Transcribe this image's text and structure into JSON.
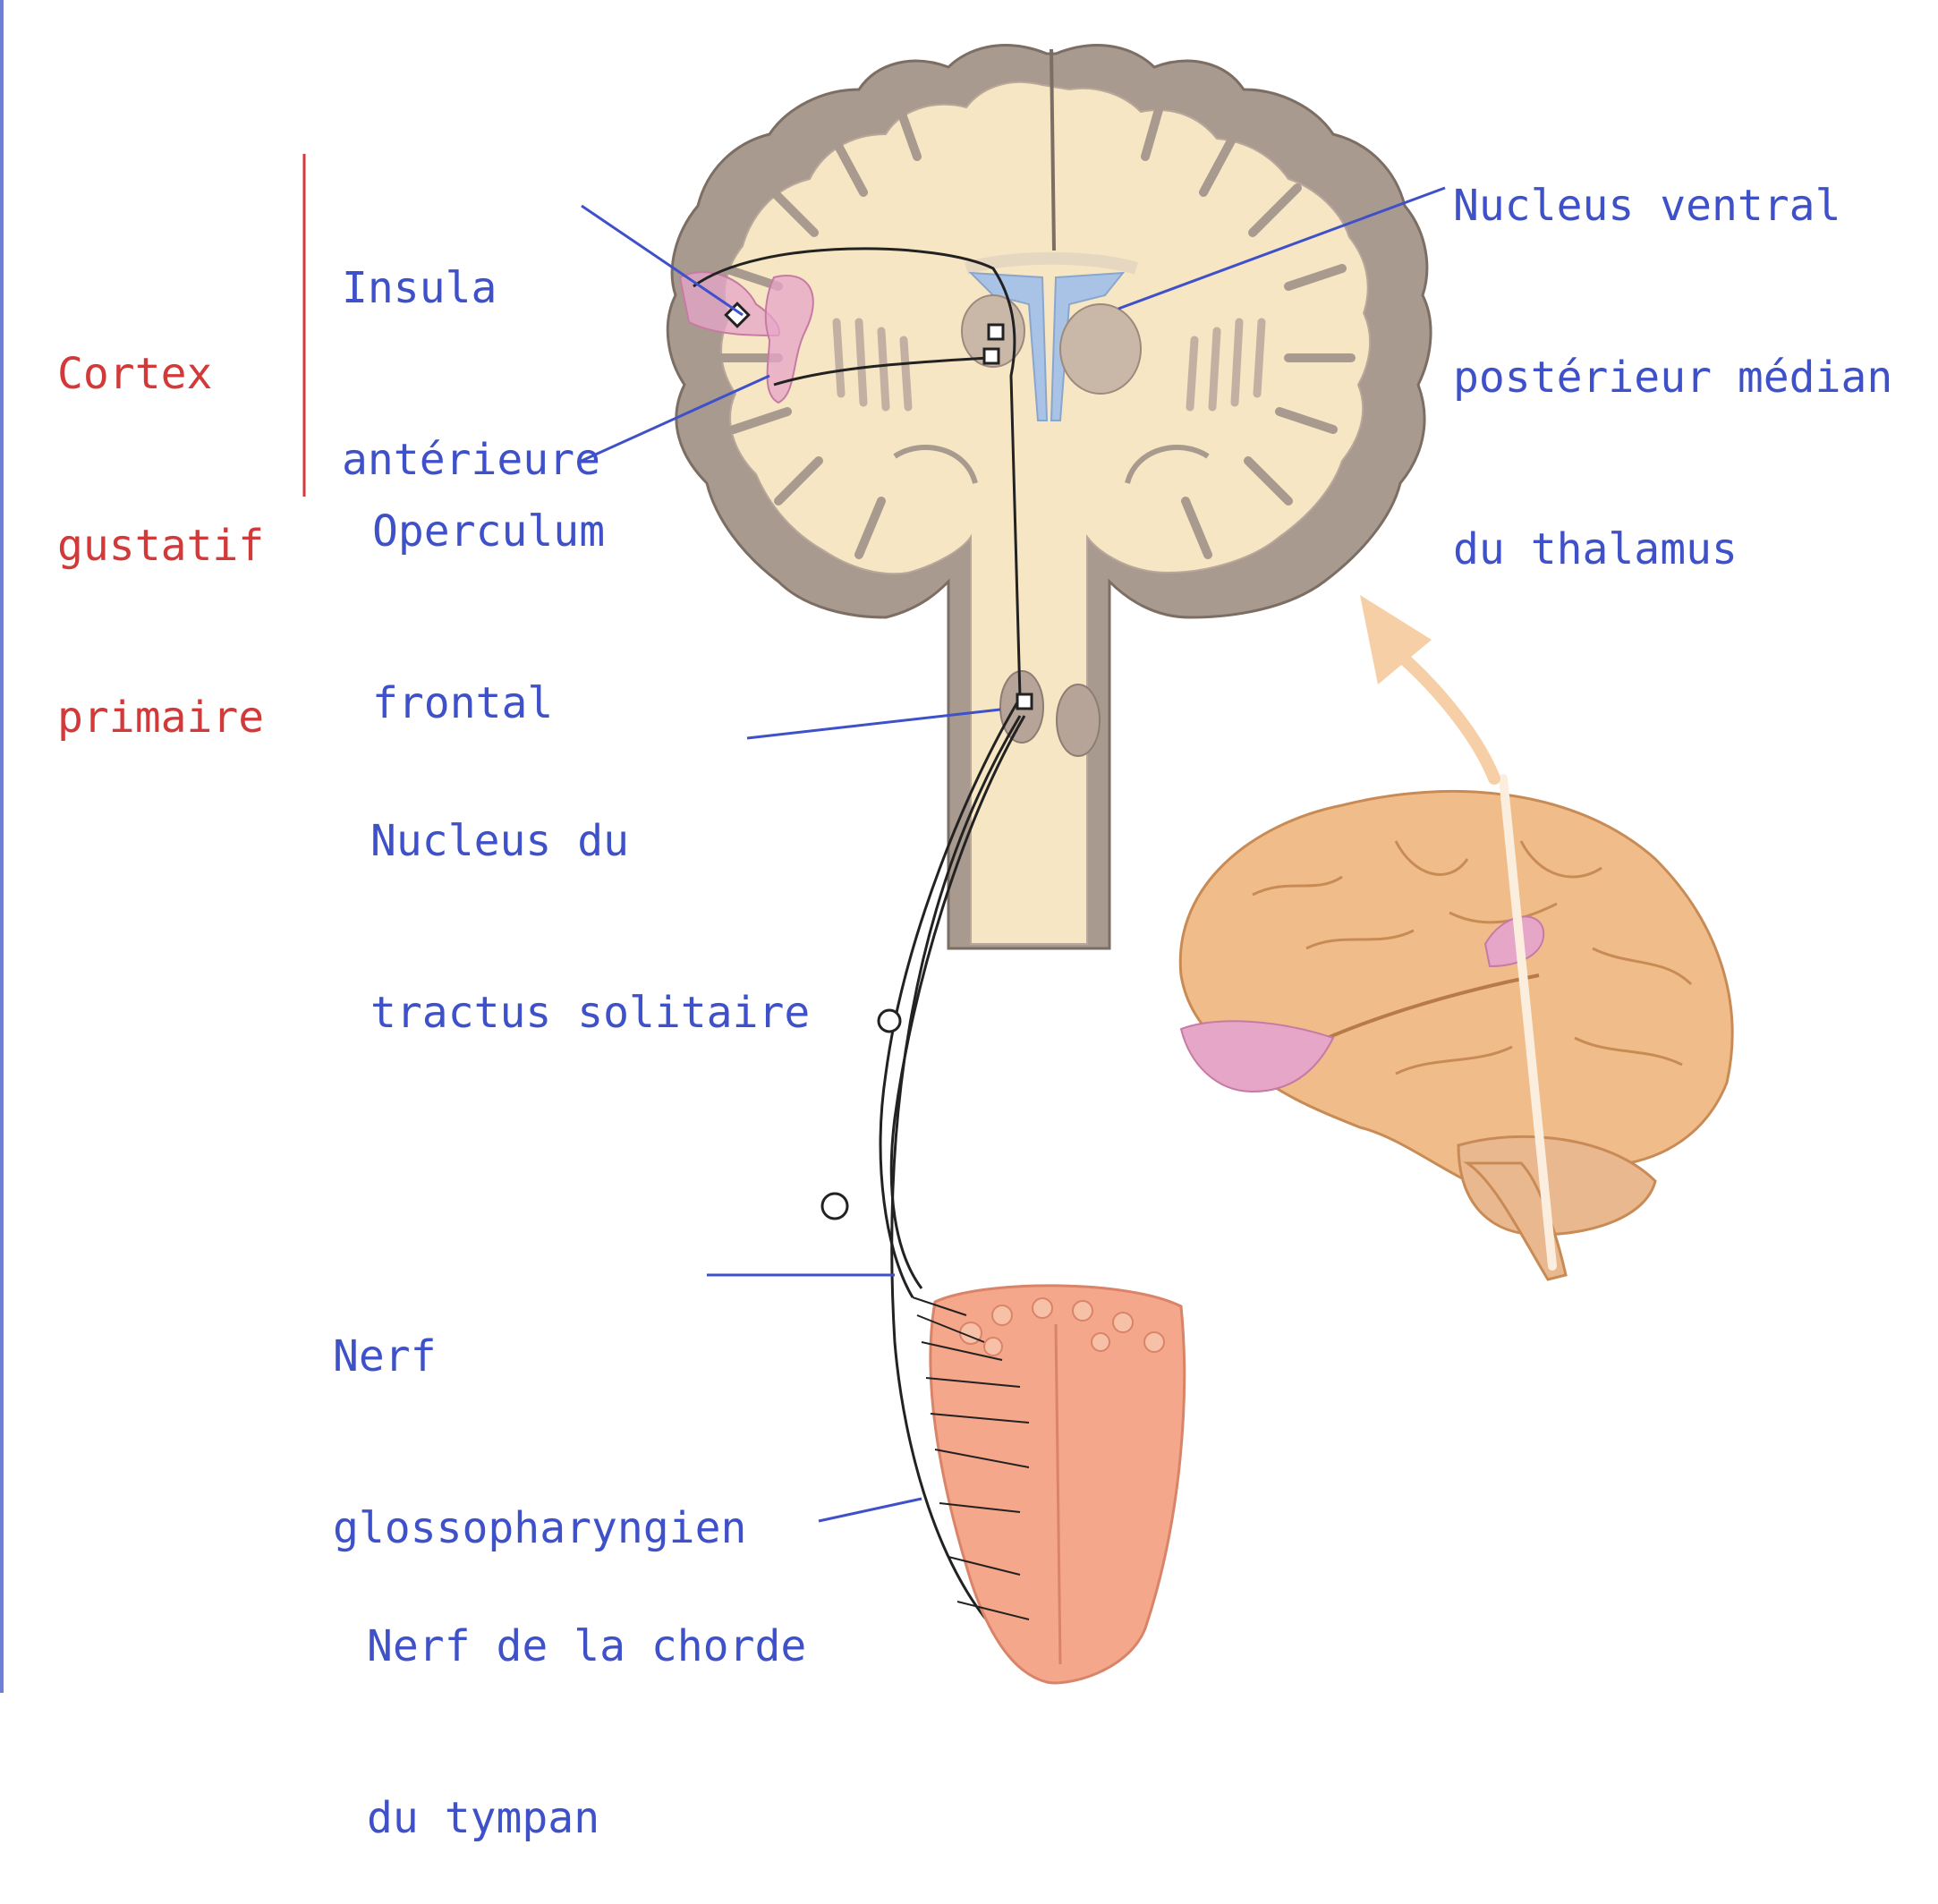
{
  "colors": {
    "label_blue": "#3f51c8",
    "label_red": "#d23a3a",
    "gray_matter": "#a99a8f",
    "white_matter": "#f6e6c4",
    "ventricle": "#a9c3e6",
    "gustatory_area": "#e6a6c8",
    "brain_surface": "#f0bd8a",
    "tongue": "#f4a78a",
    "arrow": "#f6cfa6"
  },
  "labels": {
    "cortex_title": [
      "Cortex",
      "gustatif",
      "primaire"
    ],
    "insula": [
      "Insula",
      "antérieure"
    ],
    "operculum": [
      "Operculum",
      "frontal"
    ],
    "thalamus": [
      "Nucleus ventral",
      "postérieur médian",
      "du thalamus"
    ],
    "solitary": [
      "Nucleus du",
      "tractus solitaire"
    ],
    "glosso": [
      "Nerf",
      "glossopharyngien"
    ],
    "chorda": [
      "Nerf de la chorde",
      "du tympan"
    ]
  }
}
